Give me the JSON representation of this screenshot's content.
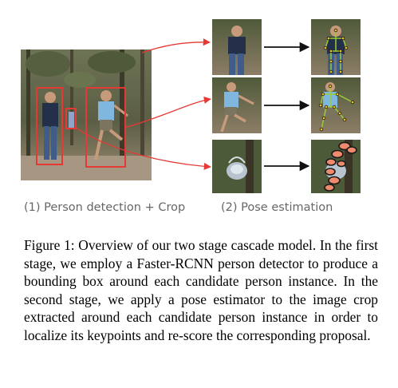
{
  "figure": {
    "stage1_label": "(1) Person detection + Crop",
    "stage2_label": "(2) Pose estimation",
    "colors": {
      "box": "#e53935",
      "arrow_red": "#e53935",
      "arrow_black": "#111111",
      "keypoint_fill": "#f08a6c",
      "keypoint_stroke": "#1a1a1a"
    },
    "rows": [
      {
        "name": "standing-man-crop"
      },
      {
        "name": "kicking-man-crop"
      },
      {
        "name": "bag-false-positive-crop"
      }
    ]
  },
  "caption": {
    "label": "Figure 1:",
    "text": "Overview of our two stage cascade model. In the first stage, we employ a Faster-RCNN person detector to produce a bounding box around each candidate person instance. In the second stage, we apply a pose estimator to the image crop extracted around each candidate person instance in order to localize its keypoints and re-score the corresponding proposal."
  }
}
